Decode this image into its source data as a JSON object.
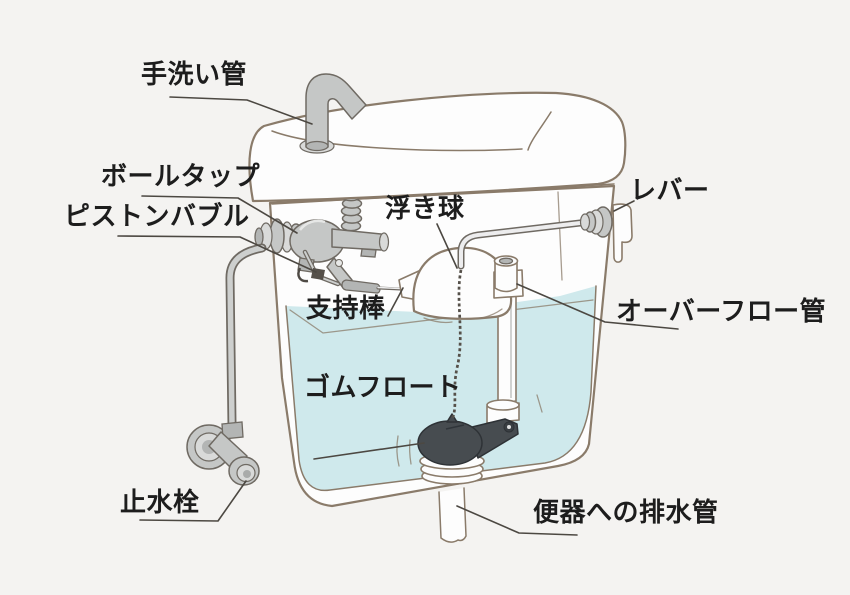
{
  "diagram": {
    "labels": {
      "hand_wash_pipe": "手洗い管",
      "ball_tap": "ボールタップ",
      "piston_valve": "ピストンバブル",
      "lever": "レバー",
      "float_ball": "浮き球",
      "support_rod": "支持棒",
      "overflow_pipe": "オーバーフロー管",
      "rubber_float": "ゴムフロート",
      "stop_valve": "止水栓",
      "drain_pipe_to_bowl": "便器への排水管"
    },
    "colors": {
      "background": "#f4f3f1",
      "outline": "#8a7b6a",
      "metal_outline": "#6f6a63",
      "part_white": "#fdfdfd",
      "water": "#cfe9ec",
      "metal": "#c5c7c6",
      "flapper": "#474c50",
      "label_text": "#1d1d1d",
      "leader_line": "#4c4842"
    }
  }
}
